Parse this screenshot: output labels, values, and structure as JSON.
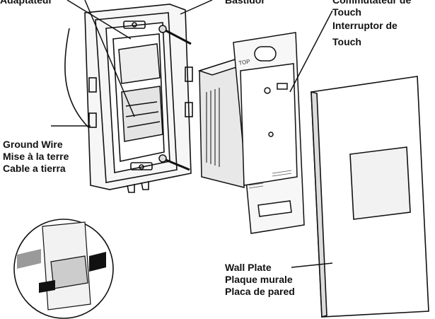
{
  "labels": {
    "top_left": {
      "line1": "Adaptateur"
    },
    "top_center": {
      "line1": "Bastidor"
    },
    "switch": {
      "line1": "Commutateur de",
      "line2": "Touch",
      "line3": "Interruptor de",
      "line4": "Touch"
    },
    "ground": {
      "line1": "Ground Wire",
      "line2": "Mise à la terre",
      "line3": "Cable a tierra"
    },
    "wallplate": {
      "line1": "Wall Plate",
      "line2": "Plaque murale",
      "line3": "Placa de pared"
    }
  },
  "device": {
    "top_mark": "TOP"
  },
  "colors": {
    "ink": "#111111",
    "gray": "#9a9a9a",
    "light": "#f4f4f4"
  }
}
